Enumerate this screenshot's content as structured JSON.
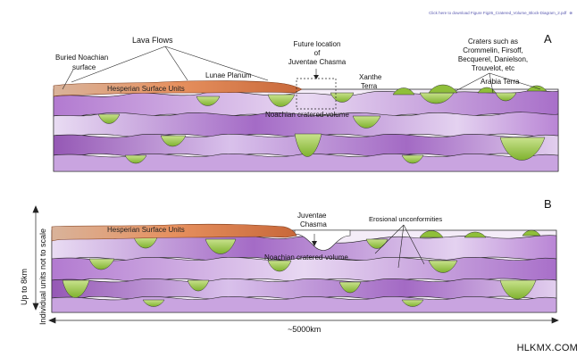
{
  "header": {
    "download_link": "Click here to download Figure Fig26_Cratered_Volume_Block-Diagram_2.pdf",
    "close_glyph": "⊗"
  },
  "panel_a": {
    "letter": "A",
    "labels": {
      "lava_flows": "Lava Flows",
      "buried_noachian": "Buried Noachian",
      "buried_surface": "surface",
      "lunae_planum": "Lunae Planum",
      "hesperian_units": "Hesperian Surface Units",
      "future_location_1": "Future location",
      "future_location_2": "of",
      "future_location_3": "Juventae Chasma",
      "xanthe_1": "Xanthe",
      "xanthe_2": "Terra",
      "craters_1": "Craters such as",
      "craters_2": "Crommelin, Firsoff,",
      "craters_3": "Becquerel, Danielson,",
      "craters_4": "Trouvelot, etc",
      "arabia_terra": "Arabia Terra",
      "noachian_volume": "Noachian cratered-volume"
    }
  },
  "panel_b": {
    "letter": "B",
    "labels": {
      "hesperian_units": "Hesperian Surface Units",
      "juventae_1": "Juventae",
      "juventae_2": "Chasma",
      "erosional": "Erosional unconformities",
      "noachian_volume": "Noachian cratered-volume"
    }
  },
  "axes": {
    "vertical_1": "Up to 8km",
    "vertical_2": "Individual units not to scale",
    "horizontal": "~5000km"
  },
  "watermark": "HLKMX.COM",
  "colors": {
    "purple_dark": "#9a5fb8",
    "purple_mid": "#c49be0",
    "purple_light": "#e6d3f1",
    "green_crater": "#8fbf3a",
    "green_light": "#c9e28d",
    "lava": "#e08a5a",
    "lava_dark": "#c8683a"
  }
}
